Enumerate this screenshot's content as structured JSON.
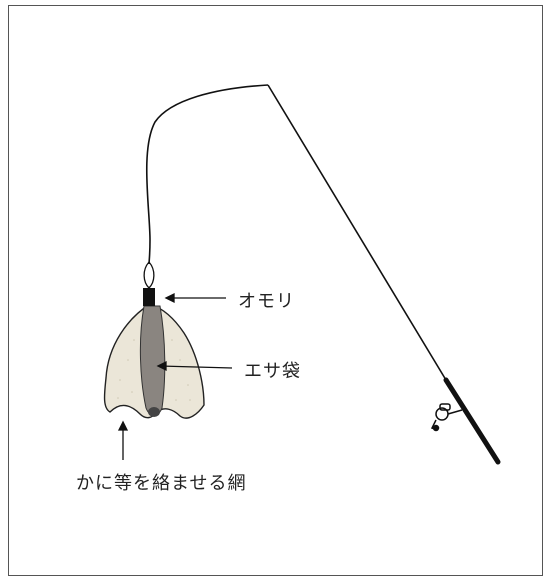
{
  "labels": {
    "sinker": "オモリ",
    "bait_bag": "エサ袋",
    "net": "かに等を絡ませる網"
  },
  "colors": {
    "line": "#111111",
    "net_fill": "#ebe6d8",
    "bait_bag_fill": "#8a8580",
    "sinker": "#111111"
  }
}
